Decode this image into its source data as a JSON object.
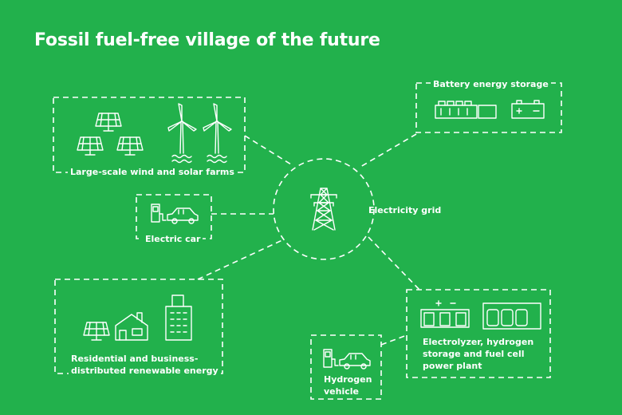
{
  "title": "Fossil fuel-free village of the future",
  "nodes": {
    "grid": {
      "label": "Electricity grid",
      "icon": "transmission-tower-icon"
    },
    "farms": {
      "label": "Large-scale wind and solar farms",
      "icons": [
        "solar-panel-icon",
        "wind-turbine-icon"
      ]
    },
    "battery": {
      "label": "Battery energy storage",
      "icons": [
        "battery-rack-icon",
        "battery-icon"
      ]
    },
    "ecar": {
      "label": "Electric car",
      "icons": [
        "charging-station-icon",
        "car-icon"
      ]
    },
    "residential": {
      "label_line1": "Residential and business-",
      "label_line2": "distributed renewable energy",
      "icons": [
        "solar-panel-icon",
        "house-icon",
        "office-building-icon"
      ]
    },
    "electrolyzer": {
      "label_line1": "Electrolyzer, hydrogen",
      "label_line2": "storage and fuel cell",
      "label_line3": "power plant",
      "icons": [
        "electrolyzer-icon",
        "hydrogen-tank-icon"
      ]
    },
    "hvehicle": {
      "label_line1": "Hydrogen",
      "label_line2": "vehicle",
      "icons": [
        "hydrogen-pump-icon",
        "car-icon"
      ]
    }
  },
  "colors": {
    "background": "#22b14c",
    "foreground": "#ffffff"
  }
}
